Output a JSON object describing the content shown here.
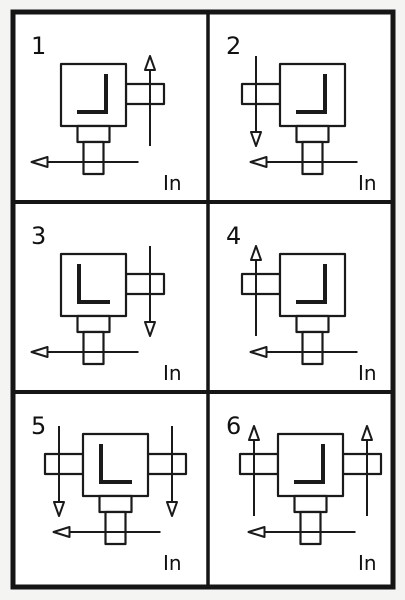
{
  "diagram": {
    "cells": [
      {
        "number": "1",
        "shaft_side": "right",
        "arrow_dir": [
          "up"
        ],
        "letter_flip": true,
        "input_label": "In"
      },
      {
        "number": "2",
        "shaft_side": "left",
        "arrow_dir": [
          "down"
        ],
        "letter_flip": true,
        "input_label": "In"
      },
      {
        "number": "3",
        "shaft_side": "right",
        "arrow_dir": [
          "down"
        ],
        "letter_flip": false,
        "input_label": "In"
      },
      {
        "number": "4",
        "shaft_side": "left",
        "arrow_dir": [
          "up"
        ],
        "letter_flip": true,
        "input_label": "In"
      },
      {
        "number": "5",
        "shaft_side": "both",
        "arrow_dir": [
          "down",
          "down"
        ],
        "letter_flip": false,
        "input_label": "In"
      },
      {
        "number": "6",
        "shaft_side": "both",
        "arrow_dir": [
          "up",
          "up"
        ],
        "letter_flip": true,
        "input_label": "In"
      }
    ]
  },
  "colors": {
    "ink": "#1a1a1a",
    "paper": "#ffffff",
    "background": "#f4f4f2"
  }
}
